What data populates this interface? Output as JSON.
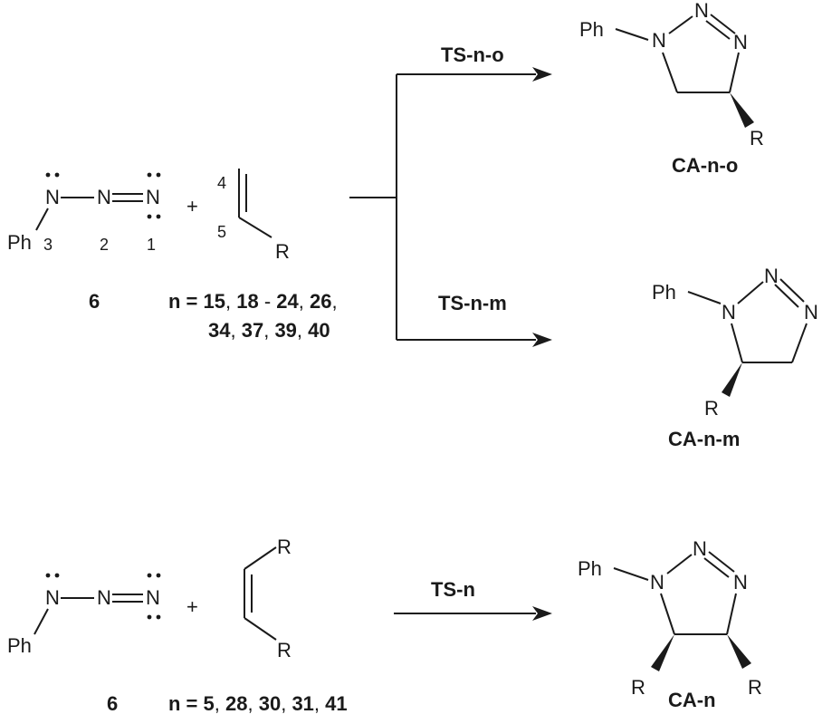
{
  "scheme1": {
    "azide": {
      "ph": "Ph",
      "n": "N",
      "num3": "3",
      "num2": "2",
      "num1": "1",
      "label": "6"
    },
    "plus": "+",
    "alkene": {
      "num4": "4",
      "num5": "5",
      "r": "R"
    },
    "n_list": {
      "prefix": "n = ",
      "v15": "15",
      "c1": ", ",
      "v18": "18",
      "dash": " - ",
      "v24": "24",
      "c2": ", ",
      "v26": "26",
      "c3": ",",
      "v34": "34",
      "c4": ", ",
      "v37": "37",
      "c5": ", ",
      "v39": "39",
      "c6": ", ",
      "v40": "40"
    },
    "upper": {
      "ts": "TS-n-o",
      "ph": "Ph",
      "n": "N",
      "r": "R",
      "product": "CA-n-o"
    },
    "lower": {
      "ts": "TS-n-m",
      "ph": "Ph",
      "n": "N",
      "r": "R",
      "product": "CA-n-m"
    }
  },
  "scheme2": {
    "azide": {
      "ph": "Ph",
      "n": "N",
      "label": "6"
    },
    "plus": "+",
    "alkene": {
      "r": "R"
    },
    "n_list": {
      "prefix": "n = ",
      "v5": "5",
      "c1": ", ",
      "v28": "28",
      "c2": ", ",
      "v30": "30",
      "c3": ", ",
      "v31": "31",
      "c4": ", ",
      "v41": "41"
    },
    "ts": "TS-n",
    "product": {
      "ph": "Ph",
      "n": "N",
      "r": "R",
      "label": "CA-n"
    }
  }
}
